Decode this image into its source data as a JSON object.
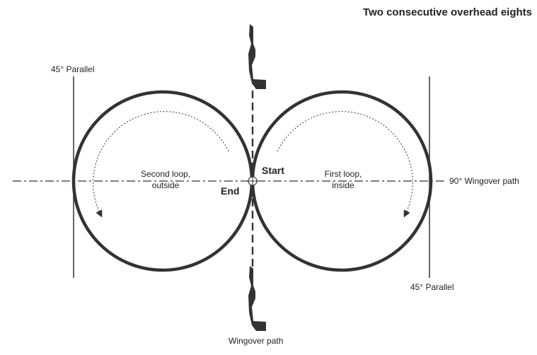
{
  "title": "Two consecutive overhead eights",
  "labels": {
    "parallel_left": "45° Parallel",
    "parallel_right": "45° Parallel",
    "wingover_path_horizontal": "90° Wingover path",
    "wingover_path_vertical": "Wingover path",
    "start": "Start",
    "end": "End",
    "second_loop_line1": "Second loop,",
    "second_loop_line2": "outside",
    "first_loop_line1": "First loop,",
    "first_loop_line2": "inside"
  },
  "colors": {
    "stroke": "#333333",
    "text": "#222222"
  },
  "icons": [
    "aircraft-silhouette-top-icon",
    "aircraft-silhouette-bottom-icon"
  ]
}
